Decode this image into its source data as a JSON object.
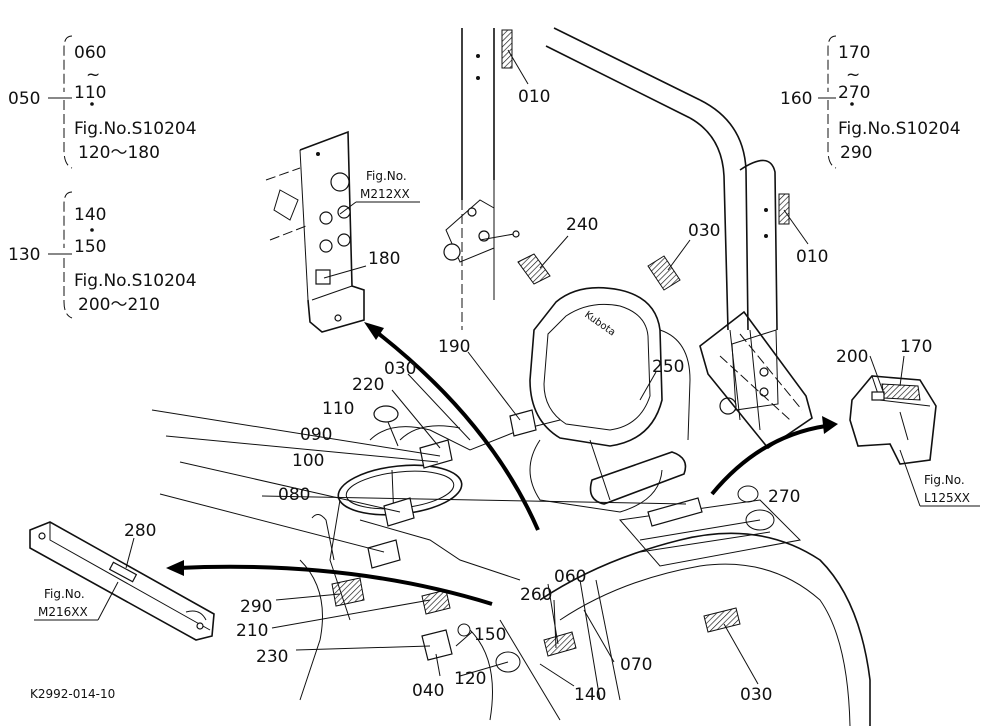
{
  "drawing_number": "K2992-014-10",
  "groups": {
    "g050": {
      "ref": "050",
      "first": "060",
      "tilde": "~",
      "last": "110",
      "fig": "Fig.No.S10204",
      "range": "120～180"
    },
    "g130": {
      "ref": "130",
      "first": "140",
      "last": "150",
      "fig": "Fig.No.S10204",
      "range": "200～210"
    },
    "g160": {
      "ref": "160",
      "first": "170",
      "tilde": "~",
      "last": "270",
      "fig": "Fig.No.S10204",
      "range": "290"
    }
  },
  "figure_refs": {
    "m212": {
      "line1": "Fig.No.",
      "line2": "M212XX"
    },
    "l125": {
      "line1": "Fig.No.",
      "line2": "L125XX"
    },
    "m216": {
      "line1": "Fig.No.",
      "line2": "M216XX"
    }
  },
  "seat_brand": "Kubota",
  "callouts": {
    "c010a": "010",
    "c010b": "010",
    "c240": "240",
    "c030a": "030",
    "c180": "180",
    "c190": "190",
    "c030b": "030",
    "c220": "220",
    "c110": "110",
    "c090": "090",
    "c100": "100",
    "c080": "080",
    "c250": "250",
    "c200": "200",
    "c170": "170",
    "c270": "270",
    "c280": "280",
    "c290": "290",
    "c210": "210",
    "c230": "230",
    "c150": "150",
    "c040": "040",
    "c120": "120",
    "c140": "140",
    "c060": "060",
    "c260": "260",
    "c070": "070",
    "c030c": "030"
  }
}
